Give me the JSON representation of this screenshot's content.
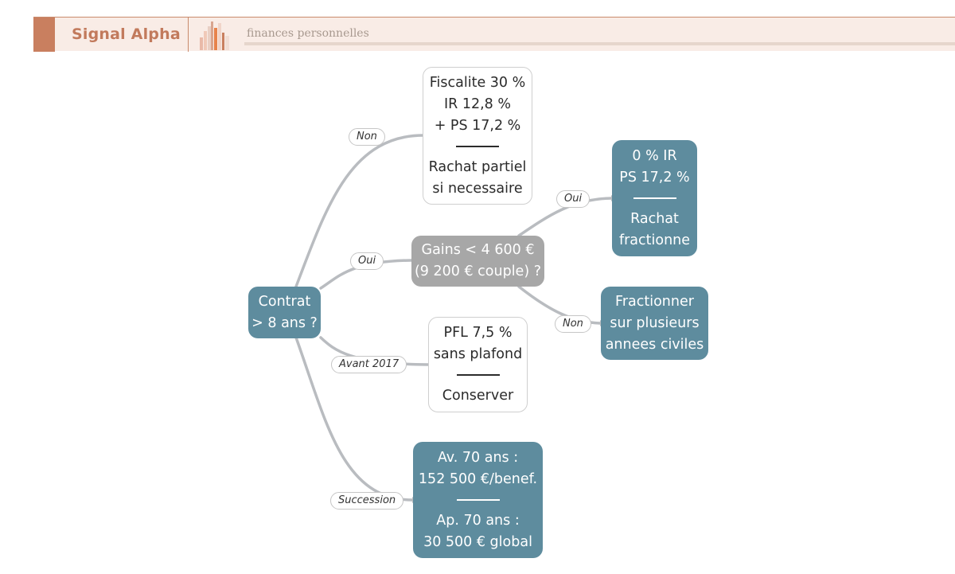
{
  "header": {
    "brand": "Signal Alpha",
    "subtitle": "finances personnelles",
    "accent_color": "#c97f5f",
    "background_color": "#f9ece6"
  },
  "diagram": {
    "nodes": {
      "root": {
        "lines": [
          "Contrat",
          "> 8 ans ?"
        ]
      },
      "fiscalite": {
        "lines": [
          "Fiscalite 30 %",
          "IR 12,8 %",
          "+ PS 17,2 %"
        ],
        "lines2": [
          "Rachat partiel",
          "si necessaire"
        ]
      },
      "gains": {
        "lines": [
          "Gains < 4 600 €",
          "(9 200 € couple) ?"
        ]
      },
      "zero_ir": {
        "lines": [
          "0 % IR",
          "PS 17,2 %"
        ],
        "lines2": [
          "Rachat",
          "fractionne"
        ]
      },
      "fractionner": {
        "lines": [
          "Fractionner",
          "sur plusieurs",
          "annees civiles"
        ]
      },
      "pfl": {
        "lines": [
          "PFL 7,5 %",
          "sans plafond"
        ],
        "lines2": [
          "Conserver"
        ]
      },
      "succession": {
        "lines": [
          "Av. 70 ans :",
          "152 500 €/benef."
        ],
        "lines2": [
          "Ap. 70 ans :",
          "30 500 € global"
        ]
      }
    },
    "edge_labels": {
      "non_1": "Non",
      "oui_1": "Oui",
      "avant_2017": "Avant 2017",
      "succession": "Succession",
      "oui_2": "Oui",
      "non_2": "Non"
    },
    "colors": {
      "teal": "#5e8c9e",
      "gray": "#a7a7a7",
      "edge": "#b9bcc0"
    }
  }
}
